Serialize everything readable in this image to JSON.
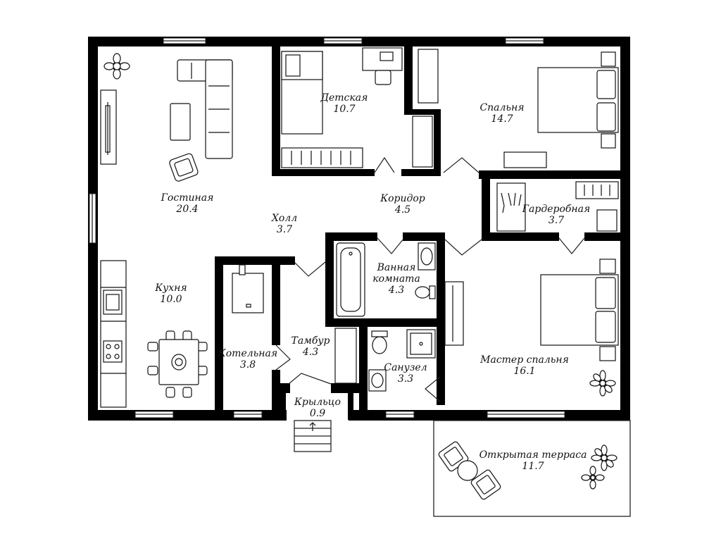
{
  "rooms": {
    "living": {
      "name": "Гостиная",
      "area": "20.4"
    },
    "kids": {
      "name": "Детская",
      "area": "10.7"
    },
    "bedroom": {
      "name": "Спальня",
      "area": "14.7"
    },
    "hall": {
      "name": "Холл",
      "area": "3.7"
    },
    "corridor": {
      "name": "Коридор",
      "area": "4.5"
    },
    "wardrobe": {
      "name": "Гардеробная",
      "area": "3.7"
    },
    "kitchen": {
      "name": "Кухня",
      "area": "10.0"
    },
    "bathroom": {
      "name": "Ванная\nкомната",
      "area": "4.3"
    },
    "boiler": {
      "name": "Котельная",
      "area": "3.8"
    },
    "vestibule": {
      "name": "Тамбур",
      "area": "4.3"
    },
    "wc": {
      "name": "Санузел",
      "area": "3.3"
    },
    "master": {
      "name": "Мастер спальня",
      "area": "16.1"
    },
    "porch": {
      "name": "Крыльцо",
      "area": "0.9"
    },
    "terrace": {
      "name": "Открытая терраса",
      "area": "11.7"
    }
  },
  "colors": {
    "wall": "#000000",
    "line": "#111111",
    "background": "#ffffff"
  }
}
